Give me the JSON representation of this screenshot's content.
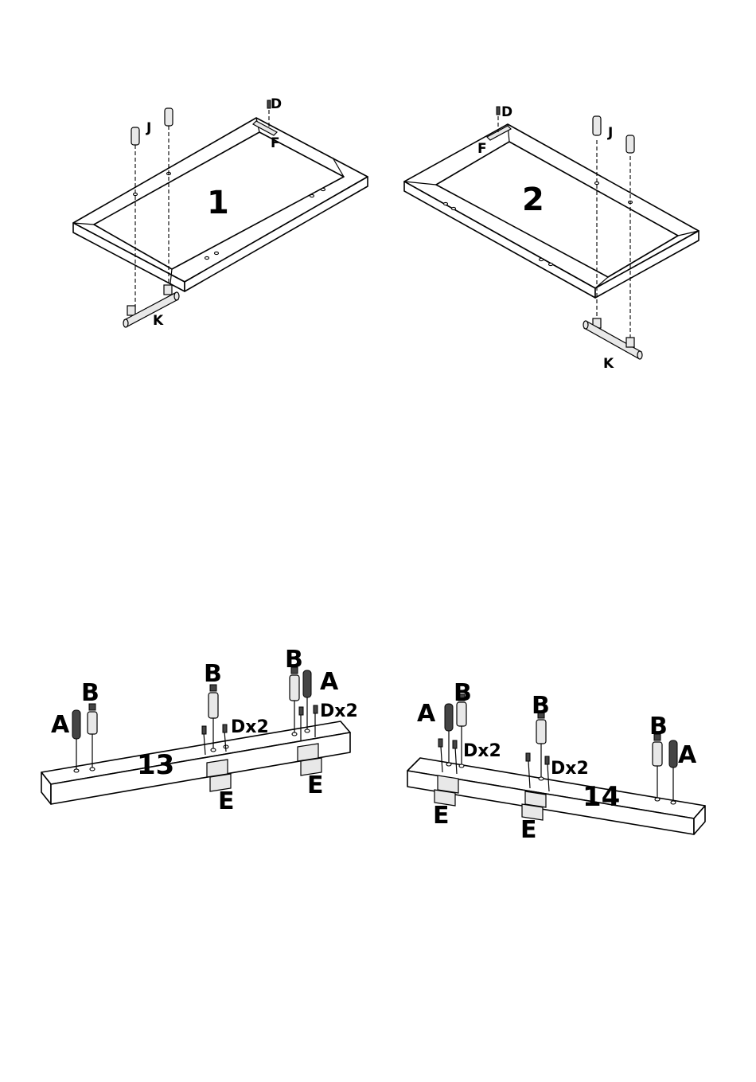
{
  "steps": [
    {
      "number": "1",
      "labels": {
        "d": "D",
        "f": "F",
        "j": "J",
        "k": "K"
      }
    },
    {
      "number": "2",
      "labels": {
        "d": "D",
        "f": "F",
        "j": "J",
        "k": "K"
      }
    },
    {
      "number": "13",
      "labels": {
        "a_left": "A",
        "b_left": "B",
        "b_mid": "B",
        "dx2_mid": "Dx2",
        "e_mid": "E",
        "b_right": "B",
        "a_right": "A",
        "dx2_right": "Dx2",
        "e_right": "E"
      }
    },
    {
      "number": "14",
      "labels": {
        "a_left": "A",
        "b_left": "B",
        "dx2_left": "Dx2",
        "e_left": "E",
        "b_mid": "B",
        "dx2_mid": "Dx2",
        "e_mid": "E",
        "b_right": "B",
        "a_right": "A"
      }
    }
  ]
}
